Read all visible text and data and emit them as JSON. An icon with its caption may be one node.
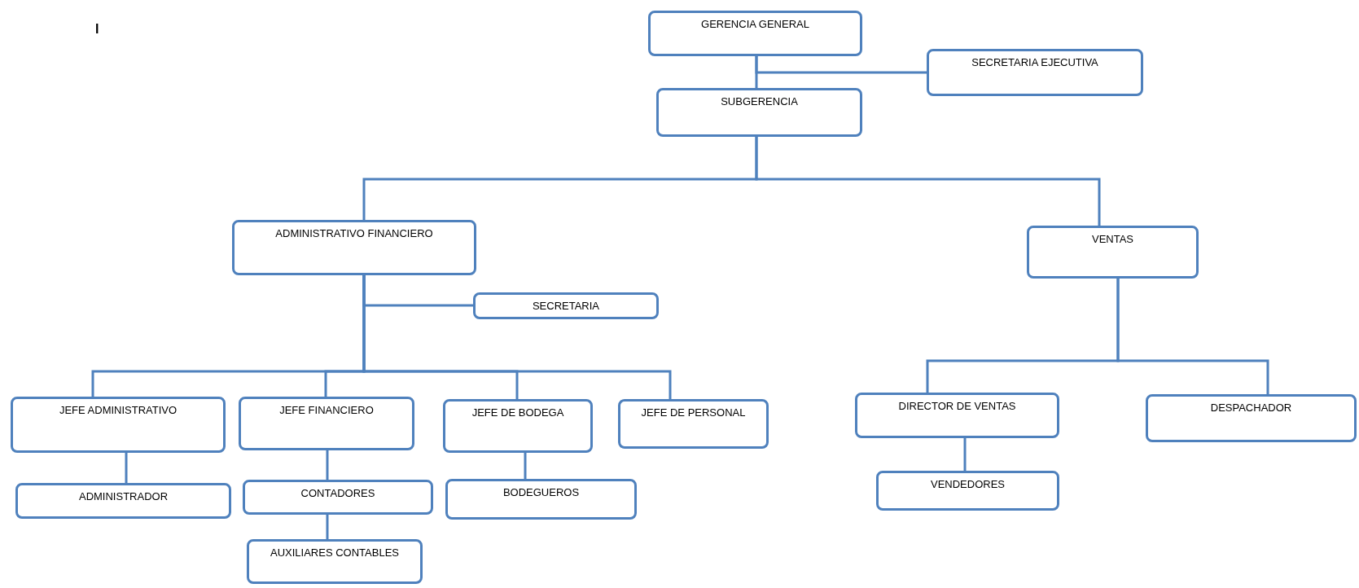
{
  "diagram": {
    "nodes": [
      {
        "text": [
          "GERENCIA GENERAL"
        ]
      },
      {
        "text": [
          "SECRETARIA EJECUTIVA"
        ]
      },
      {
        "text": [
          "SUBGERENCIA"
        ]
      },
      {
        "text": [
          "ADMINISTRATIVO FINANCIERO"
        ]
      },
      {
        "text": [
          "VENTAS"
        ]
      },
      {
        "text": [
          "SECRETARIA"
        ]
      },
      {
        "text": [
          "JEFE ADMINISTRATIVO"
        ]
      },
      {
        "text": [
          "JEFE FINANCIERO"
        ]
      },
      {
        "text": [
          "JEFE DE BODEGA"
        ]
      },
      {
        "text": [
          "JEFE DE PERSONAL"
        ]
      },
      {
        "text": [
          "DIRECTOR DE VENTAS"
        ]
      },
      {
        "text": [
          "DESPACHADOR"
        ]
      },
      {
        "text": [
          "ADMINISTRADOR"
        ]
      },
      {
        "text": [
          "CONTADORES"
        ]
      },
      {
        "text": [
          "BODEGUEROS"
        ]
      },
      {
        "text": [
          "VENDEDORES"
        ]
      },
      {
        "text": [
          "AUXILIARES CONTABLES"
        ]
      }
    ],
    "edges": [
      {
        "from": 0,
        "to": 1,
        "arrow": "none"
      },
      {
        "from": 0,
        "to": 2,
        "arrow": "none"
      },
      {
        "from": 2,
        "to": 3,
        "arrow": "none"
      },
      {
        "from": 2,
        "to": 4,
        "arrow": "none"
      },
      {
        "from": 3,
        "to": 5,
        "arrow": "none"
      },
      {
        "from": 3,
        "to": 6,
        "arrow": "none"
      },
      {
        "from": 3,
        "to": 7,
        "arrow": "none"
      },
      {
        "from": 3,
        "to": 8,
        "arrow": "none"
      },
      {
        "from": 3,
        "to": 9,
        "arrow": "none"
      },
      {
        "from": 4,
        "to": 10,
        "arrow": "none"
      },
      {
        "from": 4,
        "to": 11,
        "arrow": "none"
      },
      {
        "from": 6,
        "to": 12,
        "arrow": "none"
      },
      {
        "from": 7,
        "to": 13,
        "arrow": "none"
      },
      {
        "from": 8,
        "to": 14,
        "arrow": "none"
      },
      {
        "from": 10,
        "to": 15,
        "arrow": "none"
      },
      {
        "from": 13,
        "to": 16,
        "arrow": "none"
      }
    ],
    "labels": [
      "I"
    ]
  }
}
